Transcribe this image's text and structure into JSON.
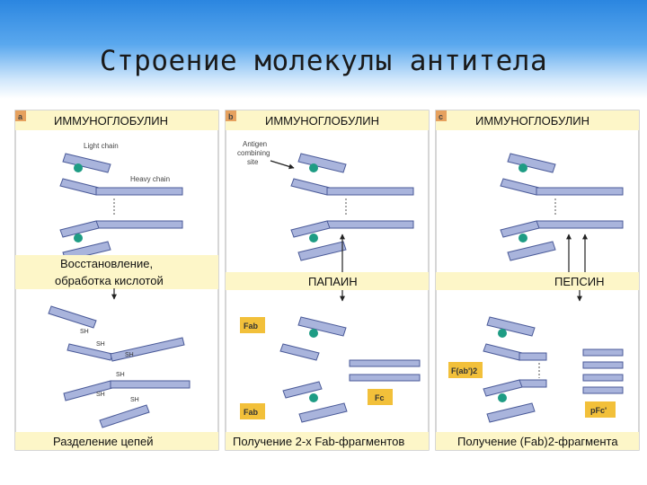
{
  "title": "Строение молекулы антитела",
  "panels": [
    {
      "letter": "a",
      "header": "ИММУНОГЛОБУЛИН",
      "diagram_labels": {
        "light_chain": "Light chain",
        "heavy_chain": "Heavy chain"
      },
      "treatment": "Восстановление,\nобработка кислотой",
      "treatment_lines": [
        "Восстановление,",
        "обработка кислотой"
      ],
      "sh_label": "SH",
      "caption": "Разделение цепей"
    },
    {
      "letter": "b",
      "header": "ИММУНОГЛОБУЛИН",
      "diagram_labels": {
        "antigen_site": [
          "Antigen",
          "combining",
          "site"
        ]
      },
      "treatment": "ПАПАИН",
      "fragments": [
        "Fab",
        "Fc",
        "Fab"
      ],
      "caption": "Получение 2-х Fab-фрагментов"
    },
    {
      "letter": "c",
      "header": "ИММУНОГЛОБУЛИН",
      "treatment": "ПЕПСИН",
      "fragments": [
        "F(ab')2",
        "pFc'"
      ],
      "caption": "Получение (Fab)2-фрагмента"
    }
  ],
  "colors": {
    "chain_fill": "#a9b4dc",
    "chain_stroke": "#4a5a98",
    "dot": "#1e9c84",
    "fragment_box": "#f2c03a",
    "header_band": "#fdf6c8",
    "panel_border": "#c9c9c9",
    "letter_badge": "#e6a15e"
  }
}
